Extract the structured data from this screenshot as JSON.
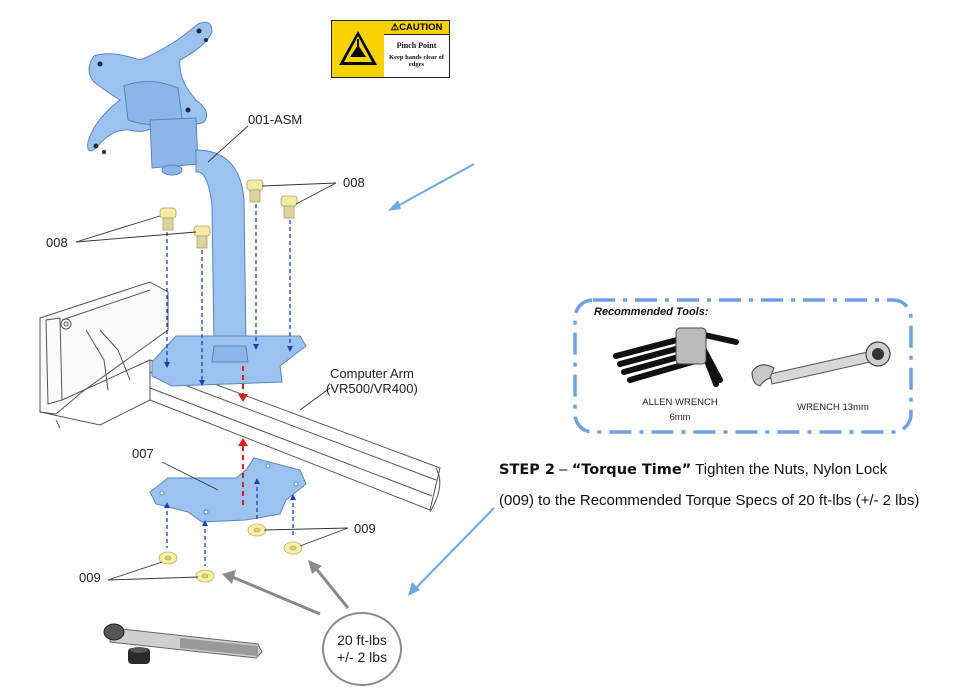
{
  "caution_label": {
    "heading": "⚠CAUTION",
    "title": "Pinch Point",
    "text": "Keep hands clear of edges",
    "color_yellow": "#f6d200"
  },
  "parts": {
    "asm": "001-ASM",
    "bolt_upper_right": "008",
    "bolt_upper_left": "008",
    "computer_arm_line1": "Computer Arm",
    "computer_arm_line2": "(VR500/VR400)",
    "plate": "007",
    "nut_right": "009",
    "nut_left": "009"
  },
  "tools_panel": {
    "title": "Recommended Tools:",
    "allen_wrench_line1": "ALLEN WRENCH",
    "allen_wrench_line2": "6mm",
    "wrench": "WRENCH 13mm"
  },
  "step": {
    "heading": "STEP 2",
    "dash": " – ",
    "name": "“Torque Time”",
    "line1_rest": " Tighten the Nuts, Nylon Lock",
    "line2": "(009) to the Recommended Torque Specs of 20 ft-lbs (+/- 2 lbs)"
  },
  "torque_callout": {
    "line1": "20 ft-lbs",
    "line2": "+/- 2 lbs"
  },
  "colors": {
    "part_blue": "#9cc3ef",
    "arrow_blue": "#6fa8dc",
    "dashed_blue": "#1e3fb8",
    "dashed_red": "#d62020",
    "panel_border": "#6fa0e0"
  }
}
